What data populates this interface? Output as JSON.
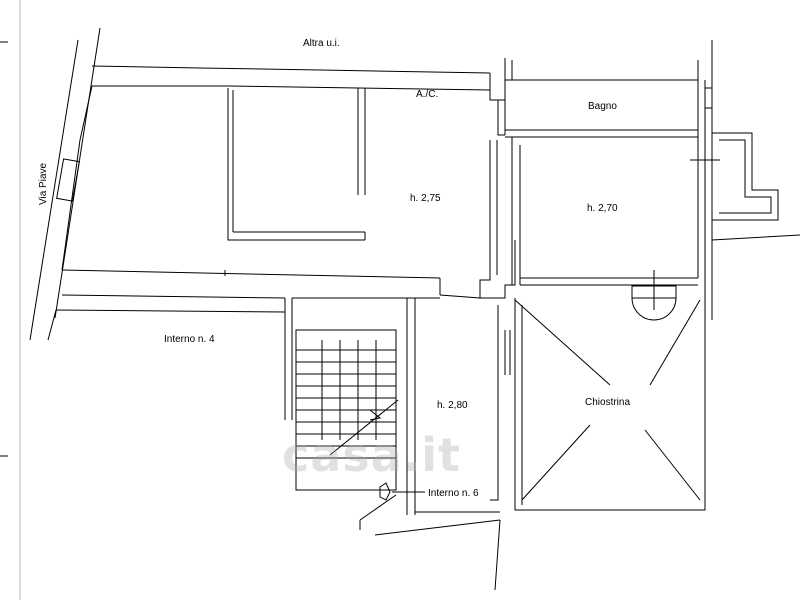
{
  "labels": {
    "altra_ui": "Altra u.i.",
    "ac": "A./C.",
    "bagno": "Bagno",
    "via_piave": "Via Piave",
    "h275": "h. 2,75",
    "h270": "h. 2,70",
    "interno4": "Interno n. 4",
    "h280": "h. 2,80",
    "chiostrina": "Chiostrina",
    "interno6": "Interno n. 6"
  },
  "watermark": "casa.it",
  "colors": {
    "line": "#000000",
    "background": "#ffffff",
    "watermark": "#aaaaaa"
  }
}
